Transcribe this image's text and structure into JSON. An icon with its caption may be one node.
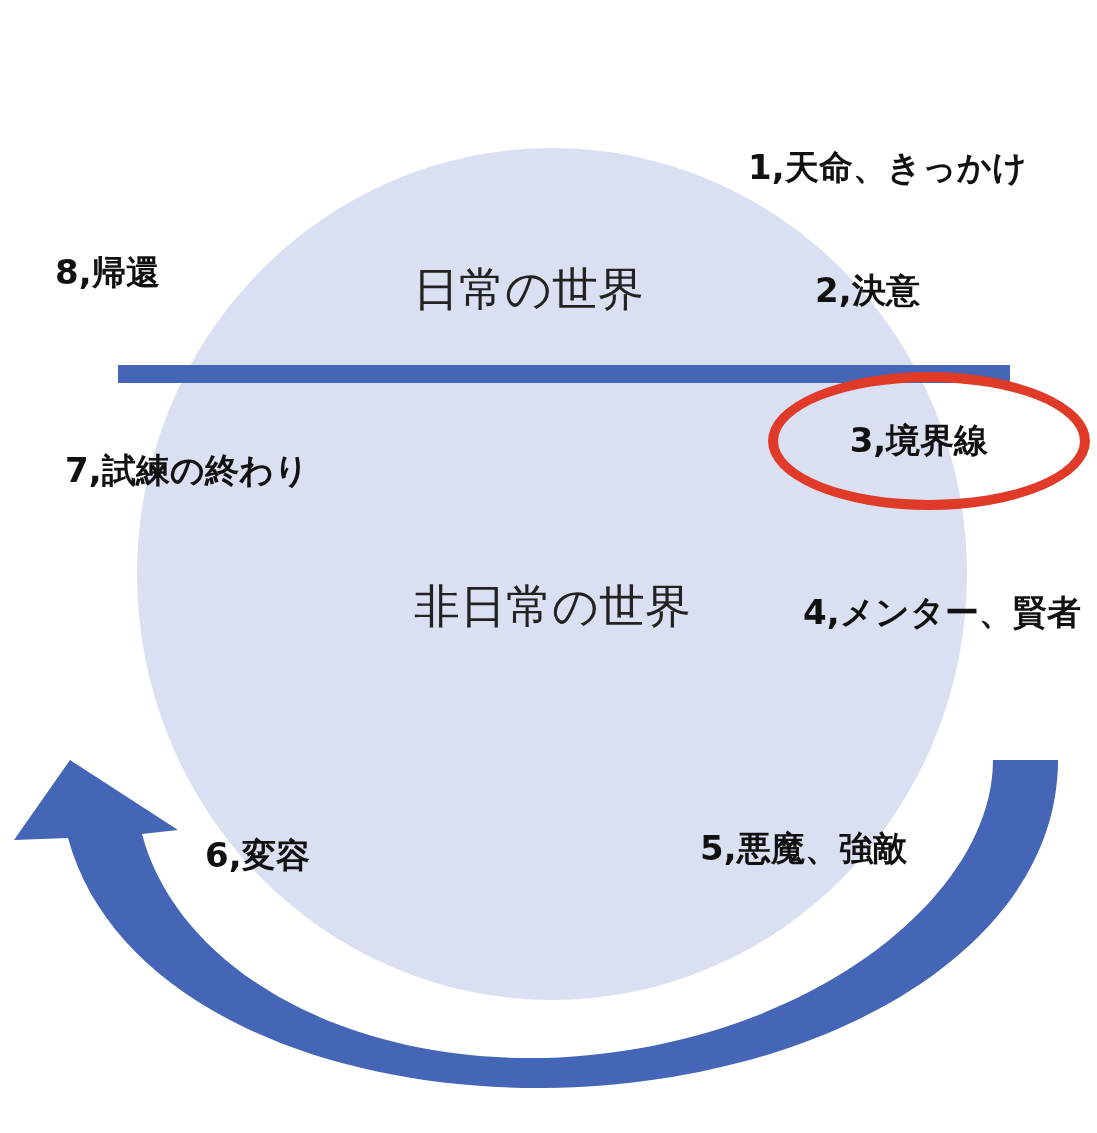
{
  "diagram": {
    "nodes": [
      {
        "text": [
          "日常の世界",
          "非日常の世界"
        ]
      },
      {
        "text": [
          "3,境界線"
        ]
      }
    ],
    "labels": [
      "1,天命、きっかけ",
      "8,帰還",
      "2,決意",
      "7,試練の終わり",
      "4,メンター、賢者",
      "5,悪魔、強敵",
      "6,変容"
    ]
  }
}
